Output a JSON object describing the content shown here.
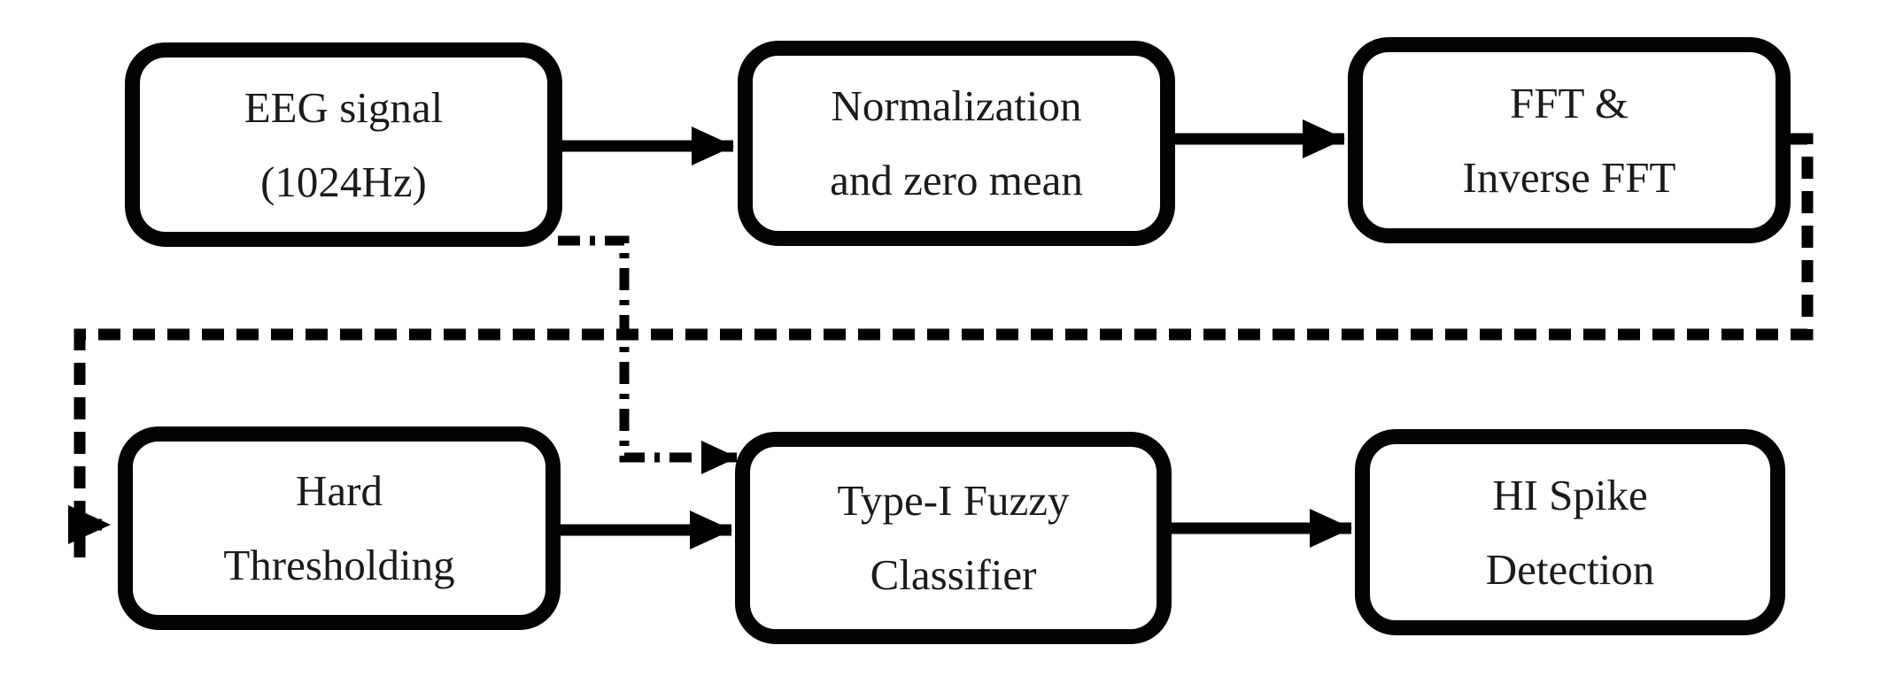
{
  "diagram": {
    "type": "flowchart",
    "description": "EEG spike detection processing pipeline block diagram",
    "colors": {
      "background": "#ffffff",
      "node_border": "#030303",
      "node_fill": "#ffffff",
      "connector": "#000000",
      "text": "#1b1b1b"
    },
    "nodes": [
      {
        "id": "eeg-signal",
        "line1": "EEG signal",
        "line2": "(1024Hz)"
      },
      {
        "id": "normalization",
        "line1": "Normalization",
        "line2": "and zero mean"
      },
      {
        "id": "fft-inverse-fft",
        "line1": "FFT &",
        "line2": "Inverse FFT"
      },
      {
        "id": "hard-thresholding",
        "line1": "Hard",
        "line2": "Thresholding"
      },
      {
        "id": "fuzzy-classifier",
        "line1": "Type-I Fuzzy",
        "line2": "Classifier"
      },
      {
        "id": "spike-detection",
        "line1": "HI Spike",
        "line2": "Detection"
      }
    ],
    "edges": [
      {
        "from": "eeg-signal",
        "to": "normalization",
        "style": "solid"
      },
      {
        "from": "normalization",
        "to": "fft-inverse-fft",
        "style": "solid"
      },
      {
        "from": "fft-inverse-fft",
        "to": "hard-thresholding",
        "style": "dashed"
      },
      {
        "from": "eeg-signal",
        "to": "fuzzy-classifier",
        "style": "dash-dot"
      },
      {
        "from": "hard-thresholding",
        "to": "fuzzy-classifier",
        "style": "solid"
      },
      {
        "from": "fuzzy-classifier",
        "to": "spike-detection",
        "style": "solid"
      }
    ]
  }
}
